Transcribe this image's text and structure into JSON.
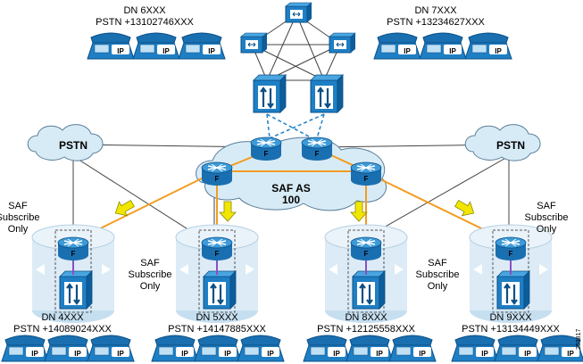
{
  "clusters": {
    "top_left": {
      "dn": "DN 6XXX",
      "pstn": "PSTN +13102746XXX"
    },
    "top_right": {
      "dn": "DN 7XXX",
      "pstn": "PSTN +13234627XXX"
    },
    "bottom_1": {
      "dn": "DN 4XXX",
      "pstn": "PSTN +14089024XXX"
    },
    "bottom_2": {
      "dn": "DN 5XXX",
      "pstn": "PSTN +14147885XXX"
    },
    "bottom_3": {
      "dn": "DN 8XXX",
      "pstn": "PSTN +12125558XXX"
    },
    "bottom_4": {
      "dn": "DN 9XXX",
      "pstn": "PSTN +13134449XXX"
    }
  },
  "clouds": {
    "pstn_left": "PSTN",
    "pstn_right": "PSTN",
    "saf_as_line1": "SAF AS",
    "saf_as_line2": "100"
  },
  "subscribe_labels": {
    "left": [
      "SAF",
      "Subscribe",
      "Only"
    ],
    "center_left": [
      "SAF",
      "Subscribe",
      "Only"
    ],
    "center_right": [
      "SAF",
      "Subscribe",
      "Only"
    ],
    "right": [
      "SAF",
      "Subscribe",
      "Only"
    ]
  },
  "phone_label": "IP",
  "router_label": "F",
  "figure_id": "253817",
  "colors": {
    "device_blue": "#1f7fc4",
    "device_dark": "#0a4f86",
    "cloud_fill": "#d7ebf7",
    "orange_link": "#f39c1f",
    "arrow_yellow": "#f2e600"
  }
}
